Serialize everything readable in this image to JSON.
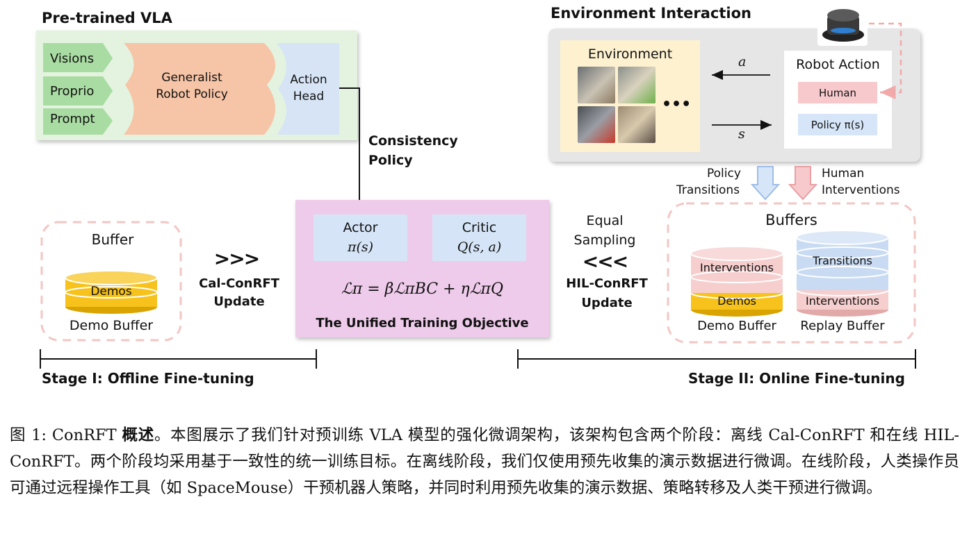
{
  "pretrained": {
    "title": "Pre-trained VLA",
    "inputs": [
      "Visions",
      "Proprio",
      "Prompt"
    ],
    "policy_line1": "Generalist",
    "policy_line2": "Robot Policy",
    "head_line1": "Action",
    "head_line2": "Head"
  },
  "consistency": {
    "line1": "Consistency",
    "line2": "Policy"
  },
  "objective": {
    "actor_label": "Actor",
    "actor_math": "π(s)",
    "critic_label": "Critic",
    "critic_math": "Q(s, a)",
    "loss_formula": "ℒπ = βℒπBC + ηℒπQ",
    "title": "The Unified Training Objective"
  },
  "stage1": {
    "buffer_title": "Buffer",
    "demos_label": "Demos",
    "buffer_caption": "Demo Buffer",
    "arrow_glyph": ">>>",
    "update_line1": "Cal-ConRFT",
    "update_line2": "Update",
    "stage_label": "Stage I: Offline Fine-tuning"
  },
  "environment": {
    "title": "Environment Interaction",
    "env_label": "Environment",
    "ellipsis": "•••",
    "action_symbol": "a",
    "state_symbol": "s",
    "robot_action_title": "Robot Action",
    "human_label": "Human",
    "policy_label": "Policy π(s)"
  },
  "transitions": {
    "policy_line1": "Policy",
    "policy_line2": "Transitions",
    "human_line1": "Human",
    "human_line2": "Interventions"
  },
  "stage2": {
    "equal_line1": "Equal",
    "equal_line2": "Sampling",
    "arrow_glyph": "<<<",
    "update_line1": "HIL-ConRFT",
    "update_line2": "Update",
    "buffers_title": "Buffers",
    "demo_stack_top": "Interventions",
    "demo_stack_bottom": "Demos",
    "demo_buffer_caption": "Demo Buffer",
    "replay_stack_top": "Transitions",
    "replay_stack_bottom": "Interventions",
    "replay_buffer_caption": "Replay Buffer",
    "stage_label": "Stage II: Online Fine-tuning"
  },
  "caption": {
    "prefix": "图 1: ConRFT ",
    "bold": "概述",
    "text": "。本图展示了我们针对预训练 VLA 模型的强化微调架构，该架构包含两个阶段：离线 Cal-ConRFT 和在线 HIL-ConRFT。两个阶段均采用基于一致性的统一训练目标。在离线阶段，我们仅使用预先收集的演示数据进行微调。在线阶段，人类操作员可通过远程操作工具（如 SpaceMouse）干预机器人策略，并同时利用预先收集的演示数据、策略转移及人类干预进行微调。"
  },
  "colors": {
    "green_panel": "#e3f3df",
    "green_tab": "#a9dca2",
    "salmon": "#f6c4a6",
    "blue_head": "#d6e4f5",
    "pink_objective": "#eecbea",
    "light_blue_box": "#d5e5f7",
    "env_gray": "#e6e6e6",
    "env_yellow": "#fdf1d0",
    "human_pink": "#f7c9cc",
    "policy_blue": "#d6e6f8",
    "dash_pink": "#f3c6c4",
    "gold_disk": "#f6c21b",
    "pink_disk": "#f6cece",
    "blue_disk": "#c8dbf3"
  }
}
